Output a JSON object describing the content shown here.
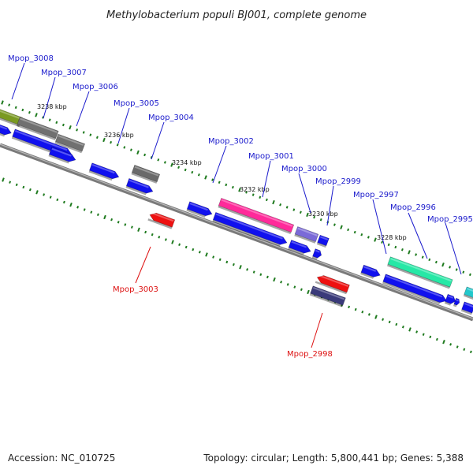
{
  "title": "Methylobacterium populi BJ001, complete genome",
  "footer": {
    "accession": "Accession: NC_010725",
    "summary": "Topology: circular; Length: 5,800,441 bp; Genes: 5,388"
  },
  "colors": {
    "background": "#ffffff",
    "backbone": "#8a8a8a",
    "forward_label": "#1a1acc",
    "reverse_label": "#dd1111",
    "tick": "#1e7a1e",
    "cds": "#1111ee",
    "rev_gene": "#ee1111"
  },
  "scale_labels": [
    "3238 kbp",
    "3236 kbp",
    "3234 kbp",
    "3232 kbp",
    "3230 kbp",
    "3228 kbp"
  ],
  "genes": [
    {
      "id": "Mpop_3008",
      "strand": "forward"
    },
    {
      "id": "Mpop_3007",
      "strand": "forward"
    },
    {
      "id": "Mpop_3006",
      "strand": "forward"
    },
    {
      "id": "Mpop_3005",
      "strand": "forward"
    },
    {
      "id": "Mpop_3004",
      "strand": "forward"
    },
    {
      "id": "Mpop_3003",
      "strand": "reverse"
    },
    {
      "id": "Mpop_3002",
      "strand": "forward"
    },
    {
      "id": "Mpop_3001",
      "strand": "forward"
    },
    {
      "id": "Mpop_3000",
      "strand": "forward"
    },
    {
      "id": "Mpop_2999",
      "strand": "forward"
    },
    {
      "id": "Mpop_2998",
      "strand": "reverse"
    },
    {
      "id": "Mpop_2997",
      "strand": "forward"
    },
    {
      "id": "Mpop_2996",
      "strand": "forward"
    },
    {
      "id": "Mpop_2995",
      "strand": "forward"
    }
  ]
}
